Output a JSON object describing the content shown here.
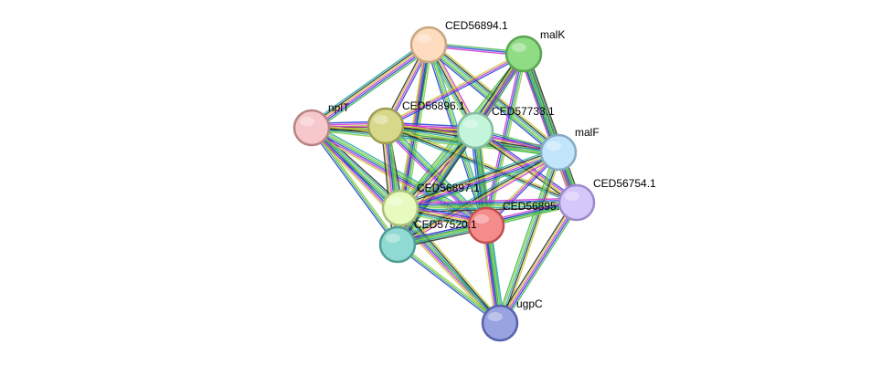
{
  "network": {
    "evidence_colors": [
      "#3cb44b",
      "#1f3fd6",
      "#cc33cc",
      "#c8c832",
      "#2a2a2a",
      "#22aaaa",
      "#88cc44"
    ],
    "nodes": [
      {
        "id": "CED56894.1",
        "label": "CED56894.1",
        "fill": "#fddcbf",
        "stroke": "#c8a67e"
      },
      {
        "id": "malK",
        "label": "malK",
        "fill": "#8fdc84",
        "stroke": "#5aa552"
      },
      {
        "id": "nplT",
        "label": "nplT",
        "fill": "#f7c8cb",
        "stroke": "#b88486"
      },
      {
        "id": "CED56896.1",
        "label": "CED56896.1",
        "fill": "#d8d88a",
        "stroke": "#9d9d55"
      },
      {
        "id": "CED57733.1",
        "label": "CED57733.1",
        "fill": "#c2f5da",
        "stroke": "#86bca0"
      },
      {
        "id": "malF",
        "label": "malF",
        "fill": "#c3e5fb",
        "stroke": "#84aac4"
      },
      {
        "id": "CED56754.1",
        "label": "CED56754.1",
        "fill": "#d6c7fb",
        "stroke": "#9d8acc"
      },
      {
        "id": "CED56897.1",
        "label": "CED56897.1",
        "fill": "#e8fbbf",
        "stroke": "#a9bf7c"
      },
      {
        "id": "CED56895.1",
        "label": "CED56895.",
        "fill": "#f58c8c",
        "stroke": "#c34f4f"
      },
      {
        "id": "CED57520.1",
        "label": "CED57520.1",
        "fill": "#8fdad2",
        "stroke": "#4e9e96"
      },
      {
        "id": "ugpC",
        "label": "ugpC",
        "fill": "#99a3e0",
        "stroke": "#5763ad"
      }
    ],
    "edges": [
      [
        "CED56894.1",
        "malK"
      ],
      [
        "CED56894.1",
        "CED56896.1"
      ],
      [
        "CED56894.1",
        "CED57733.1"
      ],
      [
        "CED56894.1",
        "malF"
      ],
      [
        "CED56894.1",
        "CED56897.1"
      ],
      [
        "CED56894.1",
        "CED56895.1"
      ],
      [
        "CED56894.1",
        "CED57520.1"
      ],
      [
        "CED56894.1",
        "nplT"
      ],
      [
        "malK",
        "CED56896.1"
      ],
      [
        "malK",
        "CED57733.1"
      ],
      [
        "malK",
        "malF"
      ],
      [
        "malK",
        "CED56754.1"
      ],
      [
        "malK",
        "CED56897.1"
      ],
      [
        "malK",
        "CED56895.1"
      ],
      [
        "malK",
        "CED57520.1"
      ],
      [
        "nplT",
        "CED56896.1"
      ],
      [
        "nplT",
        "CED57733.1"
      ],
      [
        "nplT",
        "malF"
      ],
      [
        "nplT",
        "CED56897.1"
      ],
      [
        "nplT",
        "CED56895.1"
      ],
      [
        "nplT",
        "CED57520.1"
      ],
      [
        "nplT",
        "ugpC"
      ],
      [
        "CED56896.1",
        "CED57733.1"
      ],
      [
        "CED56896.1",
        "malF"
      ],
      [
        "CED56896.1",
        "CED56754.1"
      ],
      [
        "CED56896.1",
        "CED56897.1"
      ],
      [
        "CED56896.1",
        "CED56895.1"
      ],
      [
        "CED56896.1",
        "CED57520.1"
      ],
      [
        "CED57733.1",
        "malF"
      ],
      [
        "CED57733.1",
        "CED56754.1"
      ],
      [
        "CED57733.1",
        "CED56897.1"
      ],
      [
        "CED57733.1",
        "CED56895.1"
      ],
      [
        "CED57733.1",
        "CED57520.1"
      ],
      [
        "CED57733.1",
        "ugpC"
      ],
      [
        "malF",
        "CED56754.1"
      ],
      [
        "malF",
        "CED56897.1"
      ],
      [
        "malF",
        "CED56895.1"
      ],
      [
        "malF",
        "CED57520.1"
      ],
      [
        "malF",
        "ugpC"
      ],
      [
        "CED56754.1",
        "CED56897.1"
      ],
      [
        "CED56754.1",
        "CED56895.1"
      ],
      [
        "CED56754.1",
        "CED57520.1"
      ],
      [
        "CED56754.1",
        "ugpC"
      ],
      [
        "CED56897.1",
        "CED56895.1"
      ],
      [
        "CED56897.1",
        "CED57520.1"
      ],
      [
        "CED56897.1",
        "ugpC"
      ],
      [
        "CED56895.1",
        "CED57520.1"
      ],
      [
        "CED56895.1",
        "ugpC"
      ],
      [
        "CED57520.1",
        "ugpC"
      ]
    ]
  }
}
